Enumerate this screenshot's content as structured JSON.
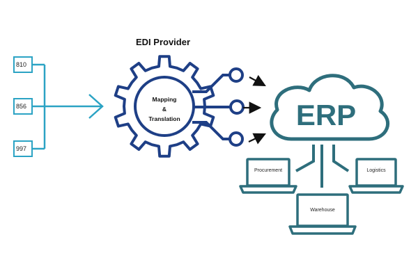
{
  "title": "EDI Provider",
  "documents": [
    "810",
    "856",
    "997"
  ],
  "gear_label": [
    "Mapping",
    "&",
    "Translation"
  ],
  "erp_label": "ERP",
  "systems": [
    "Procurement",
    "Logistics",
    "Warehouse"
  ],
  "colors": {
    "input_lines": "#2ba3c4",
    "gear": "#1e3f86",
    "erp": "#2e6e7c",
    "arrow": "#111111"
  }
}
